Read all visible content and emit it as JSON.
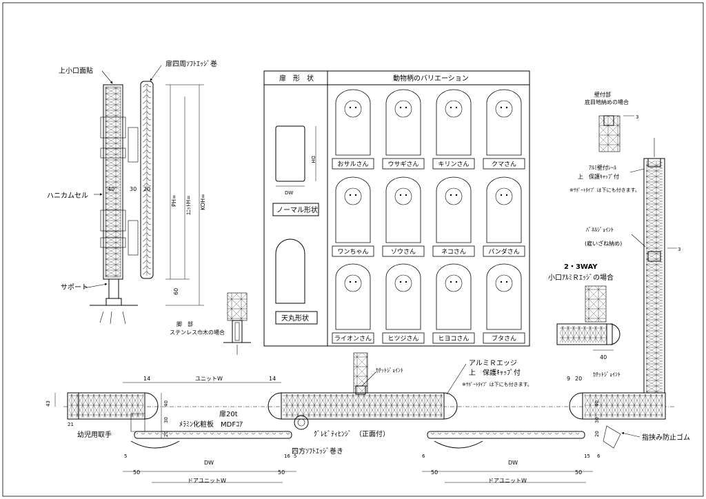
{
  "labels": {
    "top_edge": "上小口面貼",
    "soft_edge_wrap": "扉四周ｿﾌﾄｴｯｼﾞ巻",
    "honeycomb": "ハニカムセル",
    "support": "サポート",
    "leg_part": "脚　部",
    "leg_case": "ステンレス巾木の場合",
    "wall_part": "壁付部",
    "wall_case": "底目地納めの場合",
    "alu_rail": "ｱﾙﾐ壁付ﾚｰﾙ",
    "alu_cap": "上　保護ｷｬｯﾌﾟ付",
    "support_type_note": "※ｻﾎﾟｰﾄﾀｲﾌﾟ は下にも付きます。",
    "panel_joint": "ﾊﾟﾈﾙｼﾞｮｲﾝﾄ",
    "panel_joint_sub": "(雇いざね納め)",
    "way_title": "2・3WAY",
    "way_sub": "小口ｱﾙﾐＲｴｯｼﾞの場合",
    "catch_joint_1": "ｶﾁｯﾄｼﾞｮｲﾝﾄ",
    "catch_joint_2": "ｶﾁｯﾄｼﾞｮｲﾝﾄ",
    "alu_r_edge": "アルミＲエッジ",
    "alu_r_cap": "上　保護ｷｬｯﾌﾟ付",
    "alu_r_note": "※ｻﾎﾟｰﾄﾀｲﾌﾟ は下にも付きます。",
    "door_20t": "扉20t",
    "melamine": "ﾒﾗﾐﾝ化粧板　MDFｺｱ",
    "infant_handle": "幼児用取手",
    "gravity_hinge": "ｸﾞﾚﾋﾞﾃｨﾋﾝｼﾞ　（正面付）",
    "four_soft_edge": "四方ｿﾌﾄｴｯｼﾞ巻き",
    "finger_guard": "指挟み防止ゴム",
    "unit_w": "ユニットW",
    "door_unit_w_1": "ドアユニットW",
    "door_unit_w_2": "ドアユニットW",
    "dw_1": "DW",
    "dw_2": "DW",
    "ph": "PH=",
    "unit_h": "ﾕﾆｯﾄH=",
    "koh": "KOH="
  },
  "dims": {
    "d40": "40",
    "d30": "30",
    "d20": "20",
    "d60": "60",
    "d14a": "14",
    "d14b": "14",
    "d43": "43",
    "d21": "21",
    "v40": "40",
    "v30": "30",
    "v20": "20",
    "d5": "5",
    "d16": "16",
    "d5b": "5",
    "d50a": "50",
    "d50b": "50",
    "v40b": "40",
    "v30b": "30",
    "v20b": "20",
    "d6a": "6",
    "d15": "15",
    "d6b": "6",
    "d50c": "50",
    "d50d": "50",
    "d9": "9",
    "d20b": "20",
    "d40b": "40",
    "d3a": "3",
    "d3b": "3"
  },
  "table": {
    "col1_header": "扉　形　状",
    "col2_header": "動物柄のバリエーション",
    "dh": "DH",
    "dw": "DW",
    "shape_normal": "ノーマル形状",
    "shape_round": "天丸形状",
    "animals": [
      "おサルさん",
      "ウサギさん",
      "キリンさん",
      "クマさん",
      "ワンちゃん",
      "ゾウさん",
      "ネコさん",
      "パンダさん",
      "ライオンさん",
      "ヒツジさん",
      "ヒヨコさん",
      "ブタさん"
    ]
  }
}
